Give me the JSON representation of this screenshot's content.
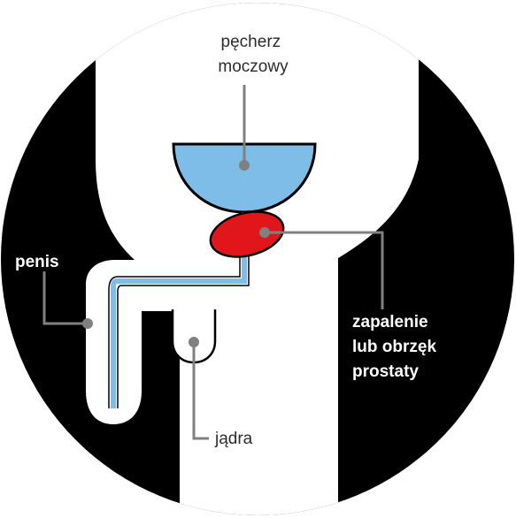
{
  "labels": {
    "bladder": [
      "pęcherz",
      "moczowy"
    ],
    "penis": "penis",
    "prostate": [
      "zapalenie",
      "lub obrzęk",
      "prostaty"
    ],
    "testes": "jądra"
  },
  "colors": {
    "background": "#000000",
    "body": "#ffffff",
    "bladder_fill": "#7dbde8",
    "prostate_fill": "#e0161b",
    "urethra": "#7dbde8",
    "leader_line": "#808080",
    "outline": "#000000"
  }
}
